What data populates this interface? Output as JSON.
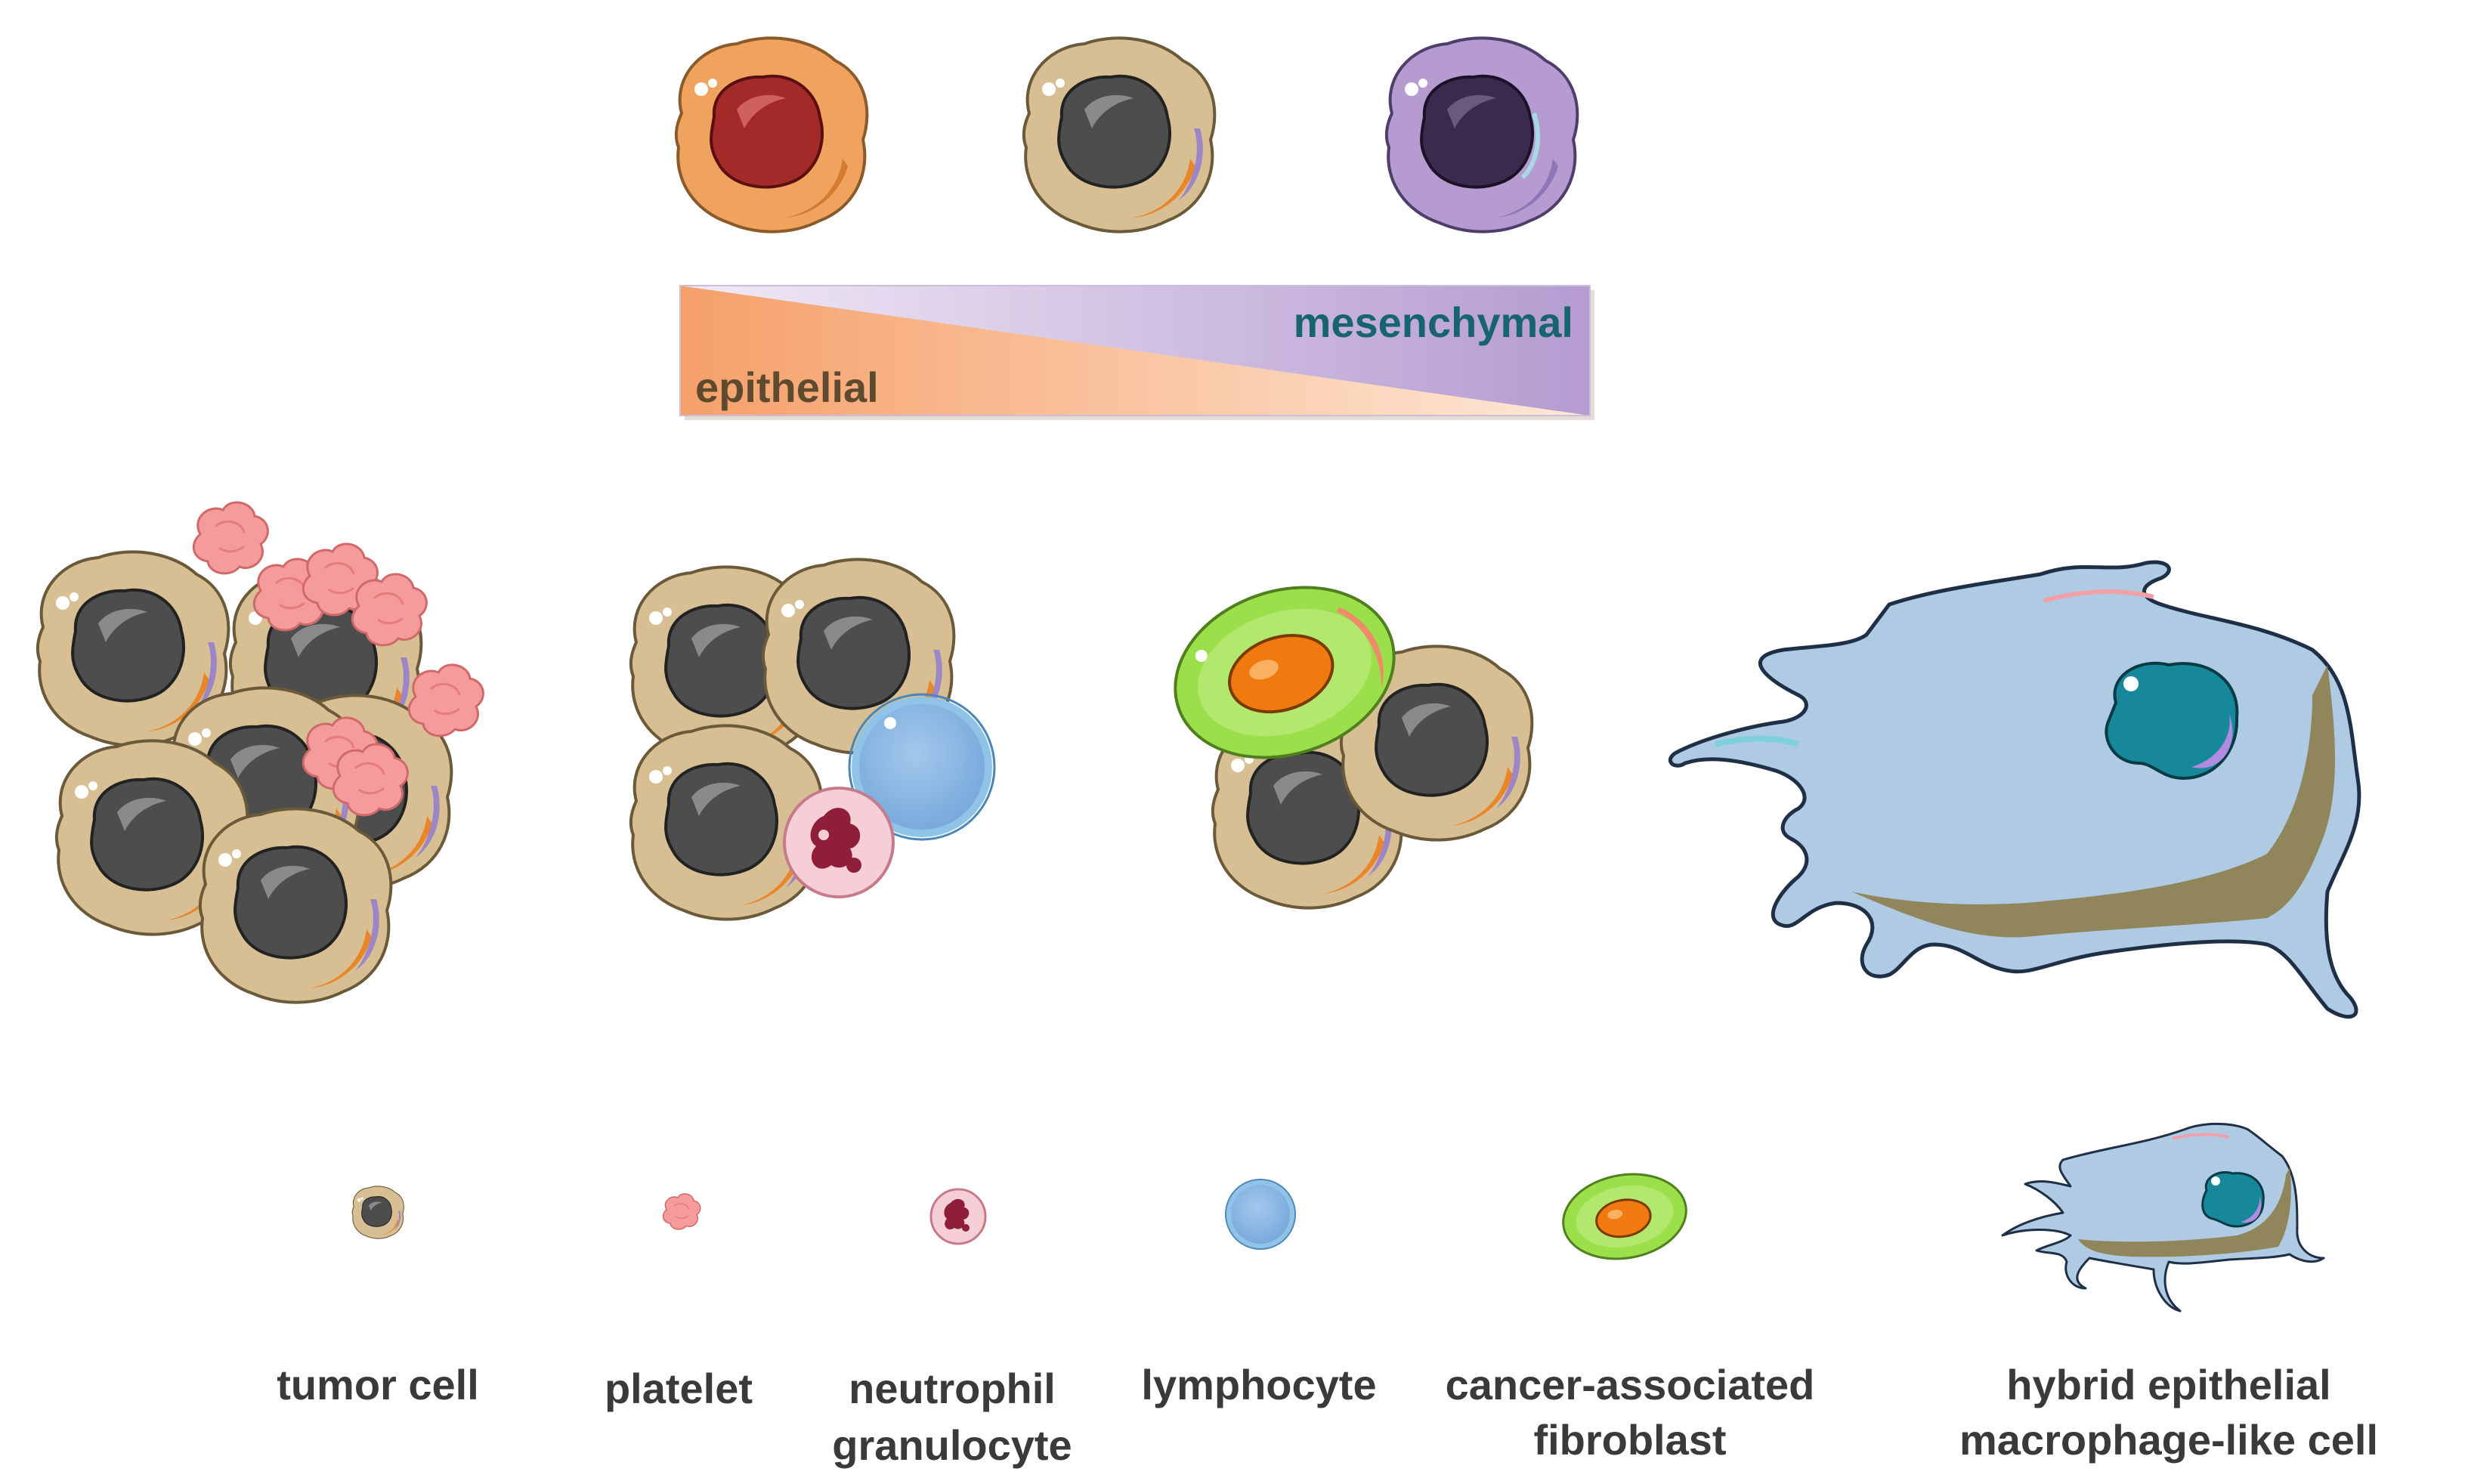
{
  "gradient": {
    "epithelial_label": "epithelial",
    "mesenchymal_label": "mesenchymal",
    "epithelial_color": "#F6A06A",
    "mesenchymal_color": "#B59BD0",
    "epithelial_text_color": "#5E4A2E",
    "mesenchymal_text_color": "#176470"
  },
  "legend": {
    "tumor_cell": [
      "tumor cell"
    ],
    "platelet": [
      "platelet"
    ],
    "neutrophil": [
      "neutrophil",
      "granulocyte"
    ],
    "lymphocyte": [
      "lymphocyte"
    ],
    "caf": [
      "cancer-associated",
      "fibroblast"
    ],
    "hybrid": [
      "hybrid epithelial",
      "macrophage-like cell"
    ]
  },
  "colors": {
    "cytoplasm_tan": "#D7BE93",
    "nucleus_dark": "#4D4D4D",
    "platelet_pink": "#F59B9B",
    "lymphocyte_blue": "#7FB1E2",
    "neutrophil_pink": "#F6CFD6",
    "neutrophil_granule": "#8E1E3A",
    "caf_green": "#9BE04A",
    "caf_orange": "#F07A10",
    "hybrid_blue": "#AFCBE4",
    "hybrid_nucleus": "#17889A",
    "hybrid_shadow": "#8E7D4B"
  }
}
